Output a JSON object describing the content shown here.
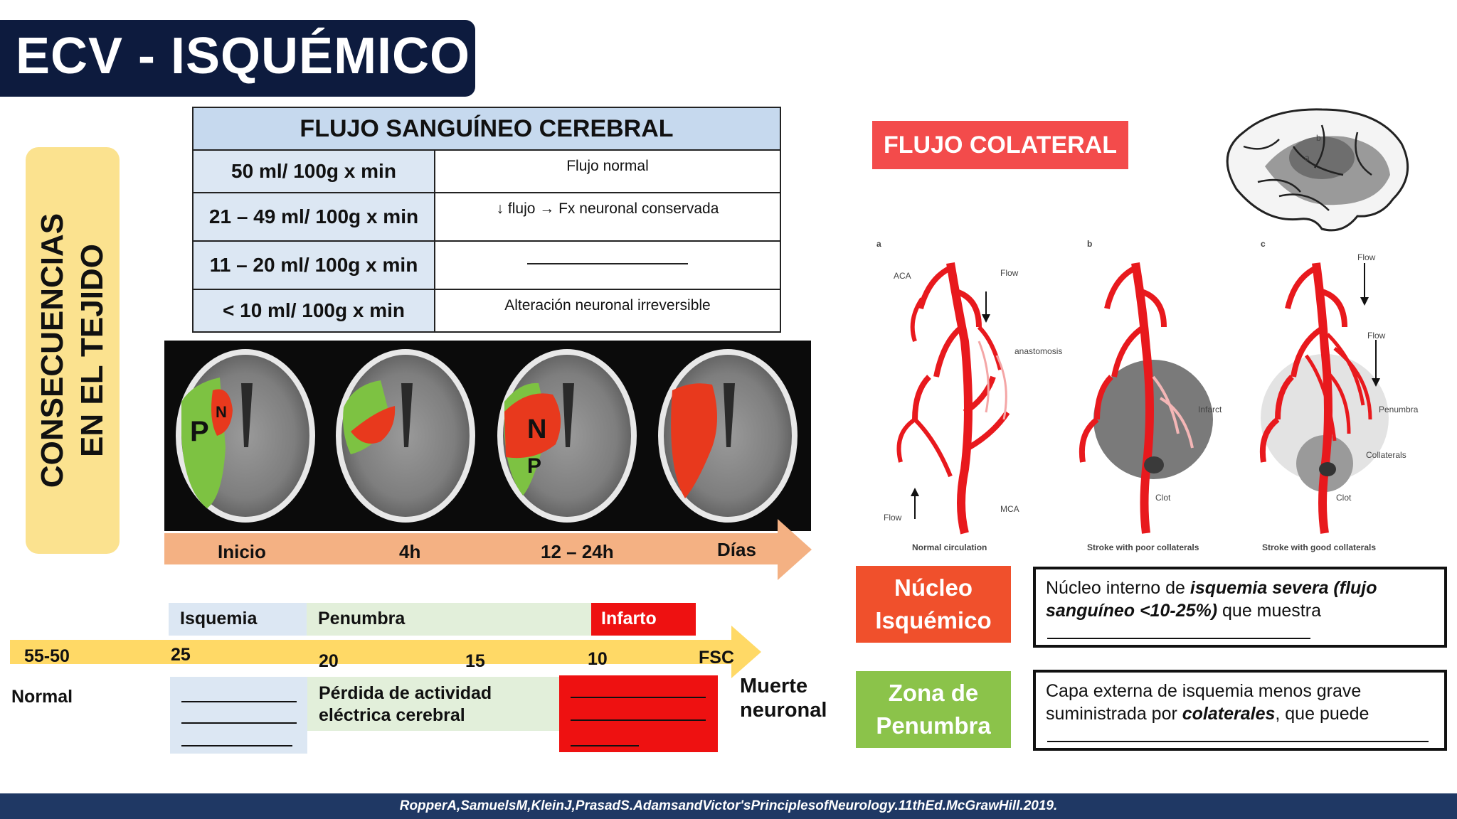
{
  "title": "ECV - ISQUÉMICO",
  "side_label": {
    "line1": "CONSECUENCIAS",
    "line2": "EN EL TEJIDO"
  },
  "table": {
    "header": "FLUJO SANGUÍNEO CEREBRAL",
    "rows": [
      {
        "range": "50 ml/ 100g x min",
        "desc": "Flujo normal"
      },
      {
        "range": "21 – 49 ml/ 100g x min",
        "desc": "↓ flujo → Fx neuronal conservada"
      },
      {
        "range": "11 – 20 ml/ 100g x min",
        "desc": ""
      },
      {
        "range": "< 10 ml/ 100g x min",
        "desc": "Alteración neuronal irreversible"
      }
    ]
  },
  "ct_scans": {
    "labels": {
      "n": "N",
      "p": "P"
    },
    "timeline": [
      "Inicio",
      "4h",
      "12 – 24h",
      "Días"
    ]
  },
  "cbf_timeline": {
    "bands": {
      "isquemia": "Isquemia",
      "penumbra": "Penumbra",
      "infarto": "Infarto"
    },
    "scale": [
      "55-50",
      "25",
      "20",
      "15",
      "10",
      "FSC"
    ],
    "normal_label": "Normal",
    "green_text": "Pérdida de actividad eléctrica cerebral",
    "muerte_label": "Muerte neuronal"
  },
  "collateral": {
    "title": "FLUJO COLATERAL",
    "brain_labels": {
      "a": "a",
      "b": "b"
    },
    "panel_letters": [
      "a",
      "b",
      "c"
    ],
    "captions": [
      "Normal circulation",
      "Stroke with poor collaterals",
      "Stroke with good collaterals"
    ],
    "annotations": {
      "aca": "ACA",
      "flow": "Flow",
      "anastomosis": "anastomosis",
      "mca": "MCA",
      "infarct": "Infarct",
      "clot": "Clot",
      "penumbra": "Penumbra",
      "collaterals": "Collaterals"
    }
  },
  "definitions": {
    "nucleo": {
      "tag": "Núcleo Isquémico",
      "text_pre": "Núcleo interno de ",
      "text_em": "isquemia severa (flujo sanguíneo <10-25%)",
      "text_post": " que muestra"
    },
    "penumbra": {
      "tag": "Zona de Penumbra",
      "text_pre": "Capa externa de isquemia menos grave suministrada por ",
      "text_em": "colaterales",
      "text_post": ", que puede"
    }
  },
  "footer": "RopperA,SamuelsM,KleinJ,PrasadS.AdamsandVictor'sPrinciplesofNeurology.11thEd.McGrawHill.2019."
}
